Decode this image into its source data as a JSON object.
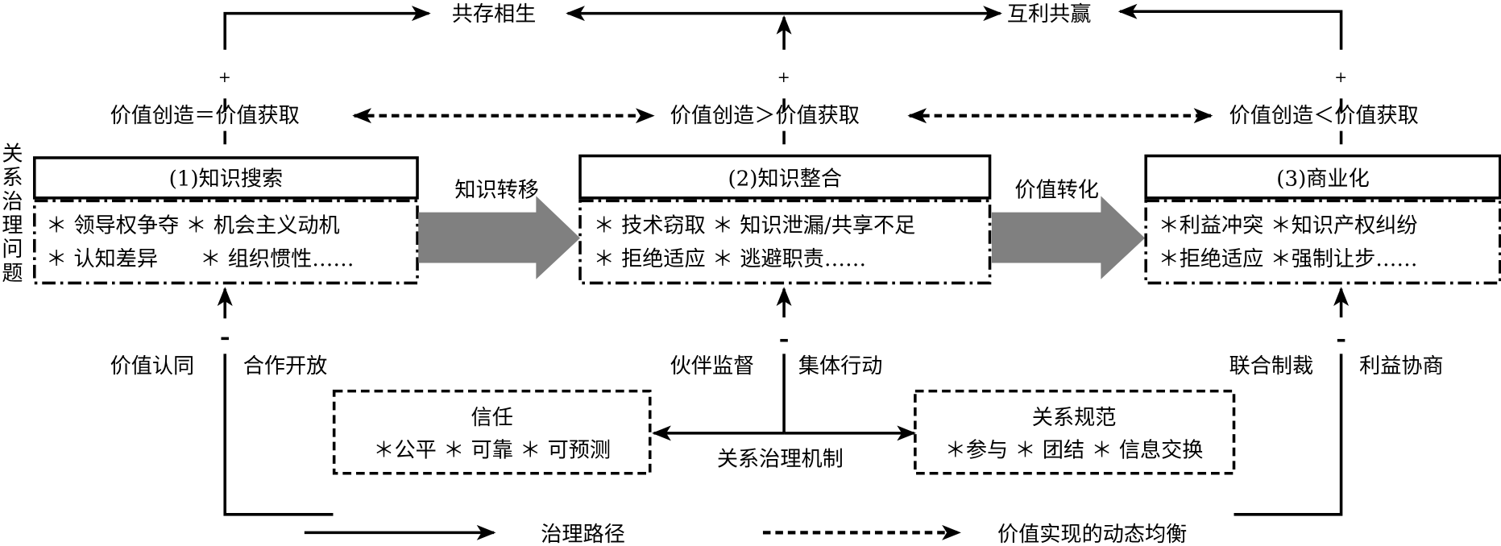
{
  "side_label": [
    "关",
    "系",
    "治",
    "理",
    "问",
    "题"
  ],
  "top": {
    "outcome_left": "共存相生",
    "outcome_right": "互利共赢",
    "plus": "+",
    "minus": "-"
  },
  "balance": {
    "left": "价值创造＝价值获取",
    "middle": "价值创造＞价值获取",
    "right": "价值创造＜价值获取"
  },
  "stages": [
    {
      "title": "(1)知识搜索",
      "lines": [
        "＊ 领导权争夺 ＊ 机会主义动机",
        "＊ 认知差异　　＊ 组织惯性……"
      ]
    },
    {
      "title": "(2)知识整合",
      "lines": [
        "＊ 技术窃取 ＊ 知识泄漏/共享不足",
        "＊ 拒绝适应 ＊ 逃避职责……"
      ]
    },
    {
      "title": "(3)商业化",
      "lines": [
        "＊利益冲突 ＊知识产权纠纷",
        "＊拒绝适应 ＊强制让步……"
      ]
    }
  ],
  "transitions": {
    "first": "知识转移",
    "second": "价值转化"
  },
  "mechanisms": {
    "left": {
      "a": "价值认同",
      "b": "合作开放"
    },
    "middle": {
      "a": "伙伴监督",
      "b": "集体行动"
    },
    "right": {
      "a": "联合制裁",
      "b": "利益协商"
    }
  },
  "trust_box": {
    "title": "信任",
    "items": "＊公平 ＊ 可靠 ＊ 可预测"
  },
  "norms_box": {
    "title": "关系规范",
    "items": "＊参与 ＊ 团结 ＊ 信息交换"
  },
  "center_label": "关系治理机制",
  "legend": {
    "solid": "治理路径",
    "dashed": "价值实现的动态均衡"
  },
  "colors": {
    "line": "#000000",
    "transition_arrow": "#808080"
  }
}
